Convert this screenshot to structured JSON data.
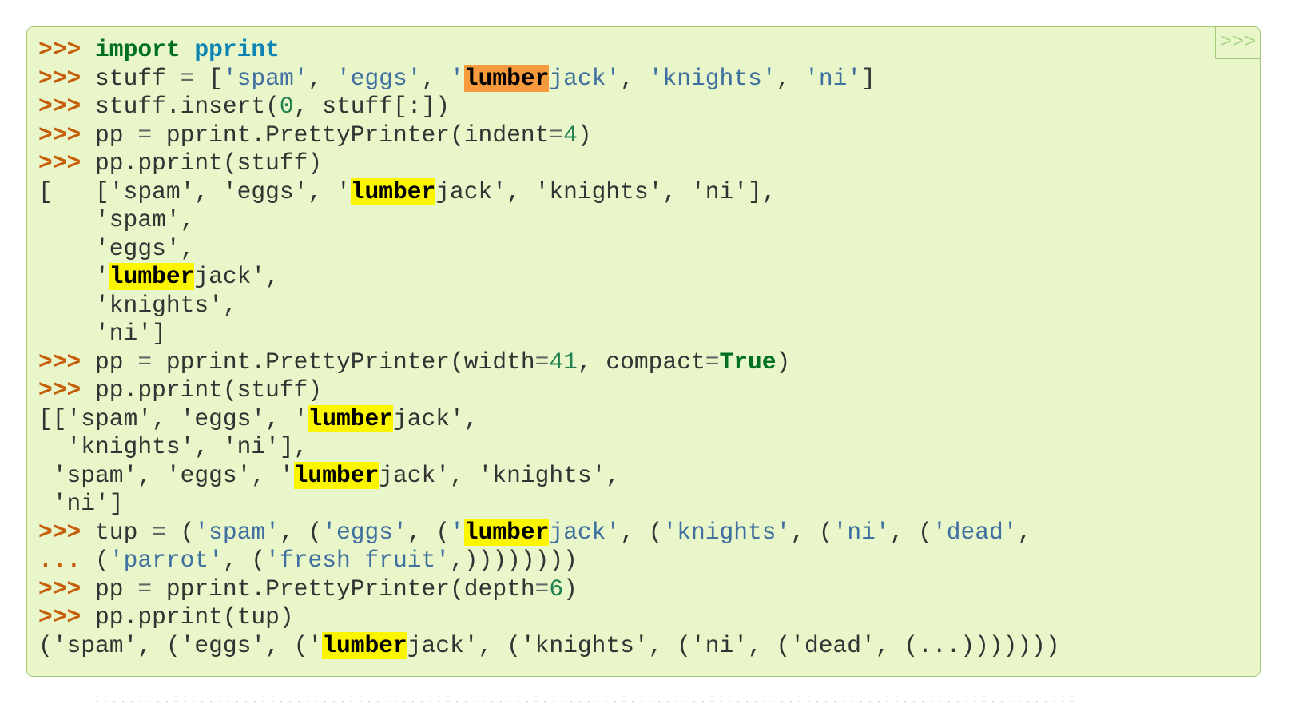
{
  "code_block": {
    "background": "#e8f6c9",
    "border_color": "#a5c87d",
    "toggle_button": {
      "label": ">>>",
      "title": "Hide the prompts and output",
      "color": "#a9d287"
    },
    "search_highlight": {
      "term": "lumber",
      "match_color": "#fbf500",
      "active_match_color": "#f79a3d"
    },
    "token_colors": {
      "prompt": "#c65d09",
      "keyword": "#007020",
      "module_name": "#0e84b5",
      "string": "#4070a0",
      "number": "#208050",
      "operator": "#666666",
      "output": "#333333"
    },
    "lines": [
      [
        [
          "gp",
          ">>> "
        ],
        [
          "k",
          "import"
        ],
        [
          "pl",
          " "
        ],
        [
          "nn",
          "pprint"
        ]
      ],
      [
        [
          "gp",
          ">>> "
        ],
        [
          "pl",
          "stuff "
        ],
        [
          "o",
          "="
        ],
        [
          "pl",
          " ["
        ],
        [
          "s",
          "'spam'"
        ],
        [
          "pl",
          ", "
        ],
        [
          "s",
          "'eggs'"
        ],
        [
          "pl",
          ", "
        ],
        [
          "s",
          "'"
        ],
        [
          "hla",
          "lumber"
        ],
        [
          "s",
          "jack'"
        ],
        [
          "pl",
          ", "
        ],
        [
          "s",
          "'knights'"
        ],
        [
          "pl",
          ", "
        ],
        [
          "s",
          "'ni'"
        ],
        [
          "pl",
          "]"
        ]
      ],
      [
        [
          "gp",
          ">>> "
        ],
        [
          "pl",
          "stuff.insert("
        ],
        [
          "m",
          "0"
        ],
        [
          "pl",
          ", stuff[:])"
        ]
      ],
      [
        [
          "gp",
          ">>> "
        ],
        [
          "pl",
          "pp "
        ],
        [
          "o",
          "="
        ],
        [
          "pl",
          " pprint.PrettyPrinter(indent"
        ],
        [
          "o",
          "="
        ],
        [
          "m",
          "4"
        ],
        [
          "pl",
          ")"
        ]
      ],
      [
        [
          "gp",
          ">>> "
        ],
        [
          "pl",
          "pp.pprint(stuff)"
        ]
      ],
      [
        [
          "go",
          "[   ['spam', 'eggs', '"
        ],
        [
          "hl",
          "lumber"
        ],
        [
          "go",
          "jack', 'knights', 'ni'],"
        ]
      ],
      [
        [
          "go",
          "    'spam',"
        ]
      ],
      [
        [
          "go",
          "    'eggs',"
        ]
      ],
      [
        [
          "go",
          "    '"
        ],
        [
          "hl",
          "lumber"
        ],
        [
          "go",
          "jack',"
        ]
      ],
      [
        [
          "go",
          "    'knights',"
        ]
      ],
      [
        [
          "go",
          "    'ni']"
        ]
      ],
      [
        [
          "gp",
          ">>> "
        ],
        [
          "pl",
          "pp "
        ],
        [
          "o",
          "="
        ],
        [
          "pl",
          " pprint.PrettyPrinter(width"
        ],
        [
          "o",
          "="
        ],
        [
          "m",
          "41"
        ],
        [
          "pl",
          ", compact"
        ],
        [
          "o",
          "="
        ],
        [
          "k",
          "True"
        ],
        [
          "pl",
          ")"
        ]
      ],
      [
        [
          "gp",
          ">>> "
        ],
        [
          "pl",
          "pp.pprint(stuff)"
        ]
      ],
      [
        [
          "go",
          "[['spam', 'eggs', '"
        ],
        [
          "hl",
          "lumber"
        ],
        [
          "go",
          "jack',"
        ]
      ],
      [
        [
          "go",
          "  'knights', 'ni'],"
        ]
      ],
      [
        [
          "go",
          " 'spam', 'eggs', '"
        ],
        [
          "hl",
          "lumber"
        ],
        [
          "go",
          "jack', 'knights',"
        ]
      ],
      [
        [
          "go",
          " 'ni']"
        ]
      ],
      [
        [
          "gp",
          ">>> "
        ],
        [
          "pl",
          "tup "
        ],
        [
          "o",
          "="
        ],
        [
          "pl",
          " ("
        ],
        [
          "s",
          "'spam'"
        ],
        [
          "pl",
          ", ("
        ],
        [
          "s",
          "'eggs'"
        ],
        [
          "pl",
          ", ("
        ],
        [
          "s",
          "'"
        ],
        [
          "hl",
          "lumber"
        ],
        [
          "s",
          "jack'"
        ],
        [
          "pl",
          ", ("
        ],
        [
          "s",
          "'knights'"
        ],
        [
          "pl",
          ", ("
        ],
        [
          "s",
          "'ni'"
        ],
        [
          "pl",
          ", ("
        ],
        [
          "s",
          "'dead'"
        ],
        [
          "pl",
          ","
        ]
      ],
      [
        [
          "gp",
          "... "
        ],
        [
          "pl",
          "("
        ],
        [
          "s",
          "'parrot'"
        ],
        [
          "pl",
          ", ("
        ],
        [
          "s",
          "'fresh fruit'"
        ],
        [
          "pl",
          ",))))))))"
        ]
      ],
      [
        [
          "gp",
          ">>> "
        ],
        [
          "pl",
          "pp "
        ],
        [
          "o",
          "="
        ],
        [
          "pl",
          " pprint.PrettyPrinter(depth"
        ],
        [
          "o",
          "="
        ],
        [
          "m",
          "6"
        ],
        [
          "pl",
          ")"
        ]
      ],
      [
        [
          "gp",
          ">>> "
        ],
        [
          "pl",
          "pp.pprint(tup)"
        ]
      ],
      [
        [
          "go",
          "('spam', ('eggs', ('"
        ],
        [
          "hl",
          "lumber"
        ],
        [
          "go",
          "jack', ('knights', ('ni', ('dead', (...)))))))"
        ]
      ]
    ]
  },
  "divider": {
    "style": "dotted",
    "color": "#cdd2d6"
  }
}
